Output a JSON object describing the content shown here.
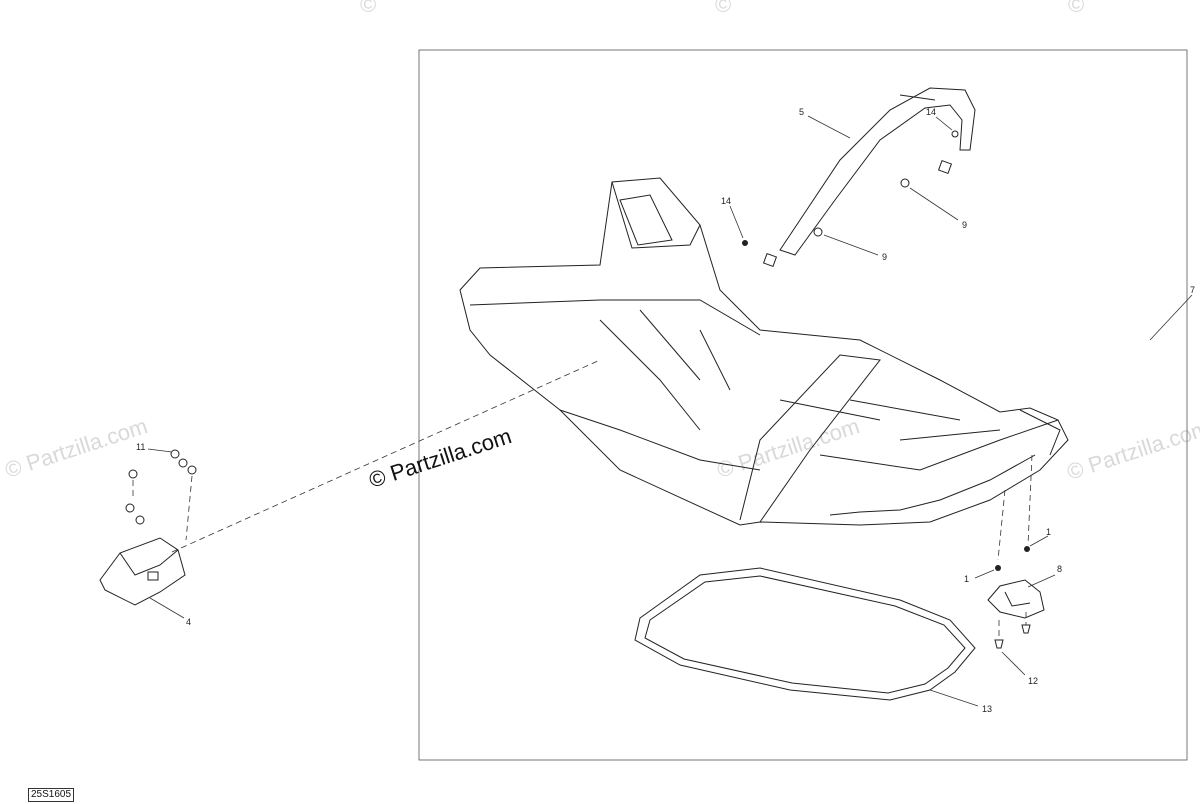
{
  "watermark": {
    "main": "© Partzilla.com",
    "faint": "© Partzilla.com",
    "top": "©"
  },
  "reference_code": "25S1605",
  "callouts": {
    "c1a": "1",
    "c1b": "1",
    "c4": "4",
    "c5": "5",
    "c7": "7",
    "c8": "8",
    "c9a": "9",
    "c9b": "9",
    "c11": "11",
    "c12": "12",
    "c13": "13",
    "c14a": "14",
    "c14b": "14"
  },
  "colors": {
    "line": "#222222",
    "faint_watermark": "#d9d9d9"
  }
}
